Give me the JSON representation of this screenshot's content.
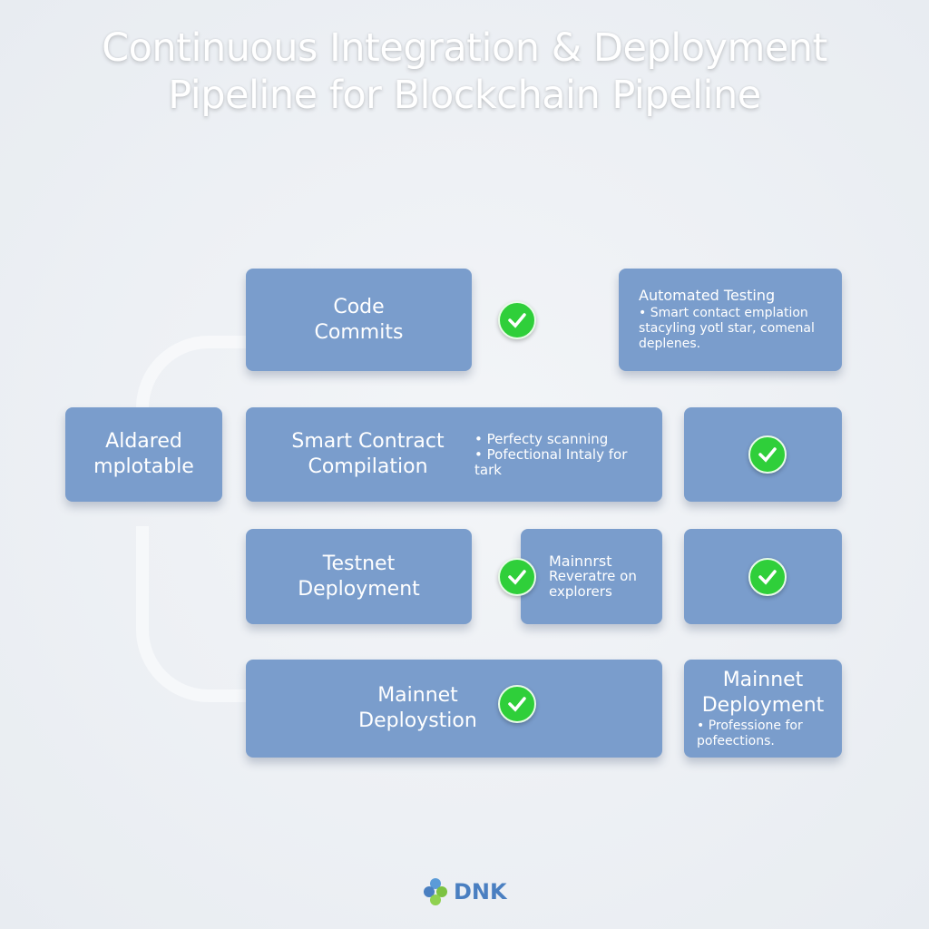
{
  "title": {
    "line1": "Continuous Integration & Deployment",
    "line2": "Pipeline for Blockchain Pipeline"
  },
  "boxes": {
    "code_commits": "Code Commits",
    "automated_testing": {
      "title": "Automated Testing",
      "bullet": "Smart contact emplation stacyling yotl star, comenal deplenes."
    },
    "aldared": "Aldared mplotable",
    "compilation": {
      "title": "Smart Contract Compilation",
      "bullets": [
        "Perfecty scanning",
        "Pofectional Intaly for tark"
      ]
    },
    "testnet": "Testnet Deployment",
    "mainnrst": {
      "line1": "Mainnrst",
      "line2": "Reveratre on explorers"
    },
    "mainnet_deploystion": "Mainnet Deploystion",
    "mainnet_deployment": {
      "title": "Mainnet Deployment",
      "bullet": "Professione for pofeections."
    }
  },
  "icons": {
    "check": "check-circle-icon",
    "logo": "dnk-logo-icon"
  },
  "colors": {
    "box": "#7a9dcc",
    "check": "#2fcf3a",
    "logo": "#4a7fc1"
  },
  "logo": {
    "text": "DNK"
  }
}
